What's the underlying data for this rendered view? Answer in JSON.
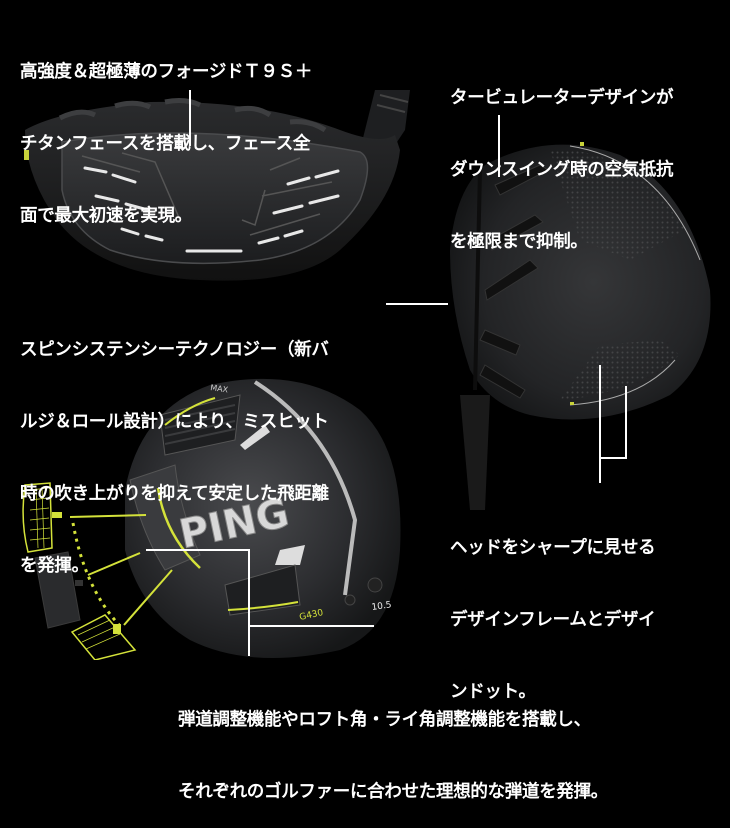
{
  "callouts": {
    "face": {
      "lines": [
        "高強度＆超極薄のフォージドＴ９Ｓ＋",
        "チタンフェースを搭載し、フェース全",
        "面で最大初速を実現。"
      ]
    },
    "turbulator": {
      "lines": [
        "タービュレーターデザインが",
        "ダウンスイング時の空気抵抗",
        "を極限まで抑制。"
      ]
    },
    "spinsistency": {
      "lines": [
        "スピンシステンシーテクノロジー（新バ",
        "ルジ＆ロール設計）により、ミスヒット",
        "時の吹き上がりを抑えて安定した飛距離",
        "を発揮。"
      ]
    },
    "design_frame": {
      "lines": [
        "ヘッドをシャープに見せる",
        "デザインフレームとデザイ",
        "ンドット。"
      ]
    },
    "adjustability": {
      "lines": [
        "弾道調整機能やロフト角・ライ角調整機能を搭載し、",
        "それぞれのゴルファーに合わせた理想的な弾道を発揮。"
      ]
    }
  },
  "product": {
    "brand_logo": "PING",
    "model_badge": "G430",
    "variant_label": "MAX",
    "loft_label": "10.5"
  },
  "colors": {
    "background": "#000000",
    "text": "#ffffff",
    "accent": "#d4e23a",
    "head": "#2a2b2d"
  }
}
